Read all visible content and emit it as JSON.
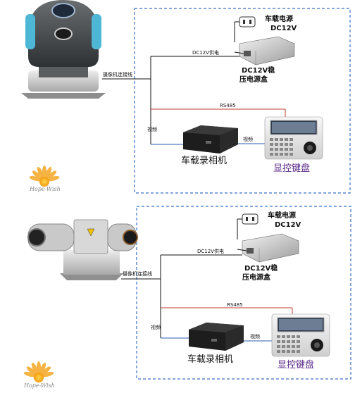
{
  "diagram1": {
    "power_source_label": "车载电源",
    "power_source_voltage": "DC12V",
    "regulator_label_line1": "DC12V稳",
    "regulator_label_line2": "压电源盒",
    "camera_cable_label": "摄像机连接线",
    "power_supply_label": "DC12V供电",
    "rs485_label": "RS485",
    "video_label_left": "视频",
    "video_label_right": "视频",
    "recorder_label": "车载录相机",
    "keyboard_label": "显控键盘",
    "logo_text": "Hope-Wish"
  },
  "diagram2": {
    "power_source_label": "车载电源",
    "power_source_voltage": "DC12V",
    "regulator_label_line1": "DC12V稳",
    "regulator_label_line2": "压电源盒",
    "camera_cable_label": "摄像机连接线",
    "power_supply_label": "DC12V供电",
    "rs485_label": "RS485",
    "video_label_left": "视频",
    "video_label_right": "视频",
    "recorder_label": "车载录相机",
    "keyboard_label": "显控键盘",
    "logo_text": "Hope-Wish"
  },
  "colors": {
    "dashed_border": "#3a6fc4",
    "power_line": "#111111",
    "rs485_line": "#c0392b",
    "video_line": "#2a5db0",
    "camera1_accent": "#4fb7d6",
    "keyboard_label": "#5a2a8a",
    "logo_petal": "#f5a623"
  }
}
